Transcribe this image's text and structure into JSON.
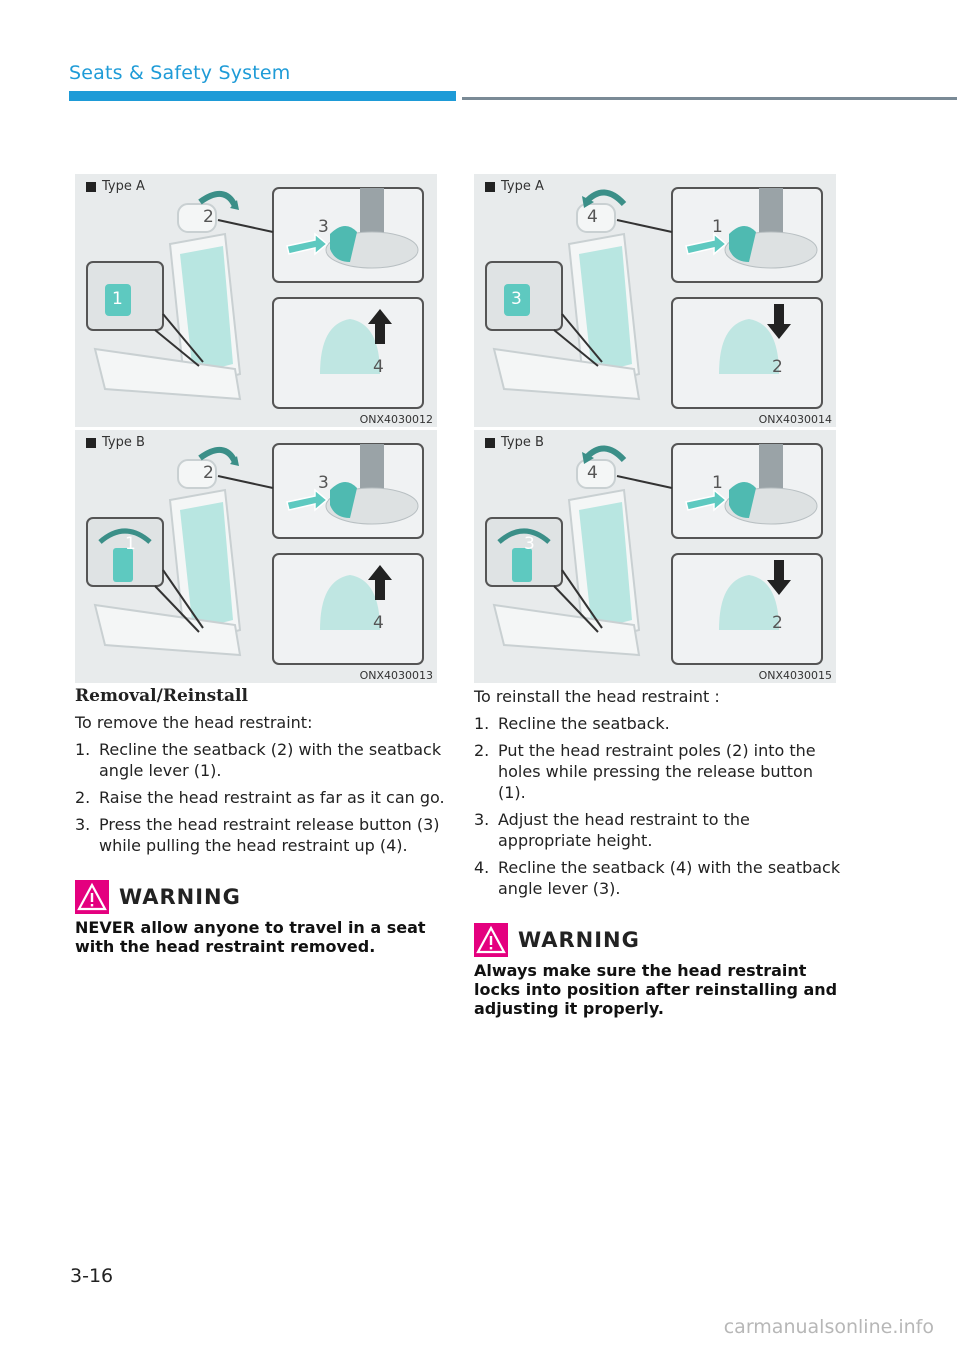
{
  "header": {
    "section_title": "Seats & Safety System"
  },
  "figures": [
    {
      "label": "Type A",
      "code": "ONX4030012",
      "numbers": [
        "2",
        "3",
        "1",
        "4"
      ]
    },
    {
      "label": "Type B",
      "code": "ONX4030013",
      "numbers": [
        "2",
        "3",
        "1",
        "4"
      ]
    },
    {
      "label": "Type A",
      "code": "ONX4030014",
      "numbers": [
        "4",
        "1",
        "3",
        "2"
      ]
    },
    {
      "label": "Type B",
      "code": "ONX4030015",
      "numbers": [
        "4",
        "1",
        "3",
        "2"
      ]
    }
  ],
  "removal": {
    "heading": "Removal/Reinstall",
    "intro": "To remove the head restraint:",
    "steps": [
      {
        "num": "1.",
        "text": "Recline the seatback (2) with the seatback angle lever (1)."
      },
      {
        "num": "2.",
        "text": "Raise the head restraint as far as it can go."
      },
      {
        "num": "3.",
        "text": "Press the head restraint release button (3) while pulling the head restraint up (4)."
      }
    ],
    "warning_title": "WARNING",
    "warning_text": "NEVER allow anyone to travel in a seat with the head restraint removed."
  },
  "reinstall": {
    "intro": "To reinstall the head restraint :",
    "steps": [
      {
        "num": "1.",
        "text": "Recline the seatback."
      },
      {
        "num": "2.",
        "text": "Put the head restraint poles (2) into the holes while pressing the release button (1)."
      },
      {
        "num": "3.",
        "text": "Adjust the head restraint to the appropriate height."
      },
      {
        "num": "4.",
        "text": "Recline the seatback (4) with the seatback angle lever (3)."
      }
    ],
    "warning_title": "WARNING",
    "warning_text": "Always make sure the head restraint locks into position after reinstalling and adjusting it properly."
  },
  "footer": {
    "page_number": "3-16",
    "watermark": "carmanualsonline.info"
  },
  "colors": {
    "accent_blue": "#1e9bd7",
    "warning_magenta": "#e4007f",
    "seat_teal": "#5ec9c0"
  }
}
